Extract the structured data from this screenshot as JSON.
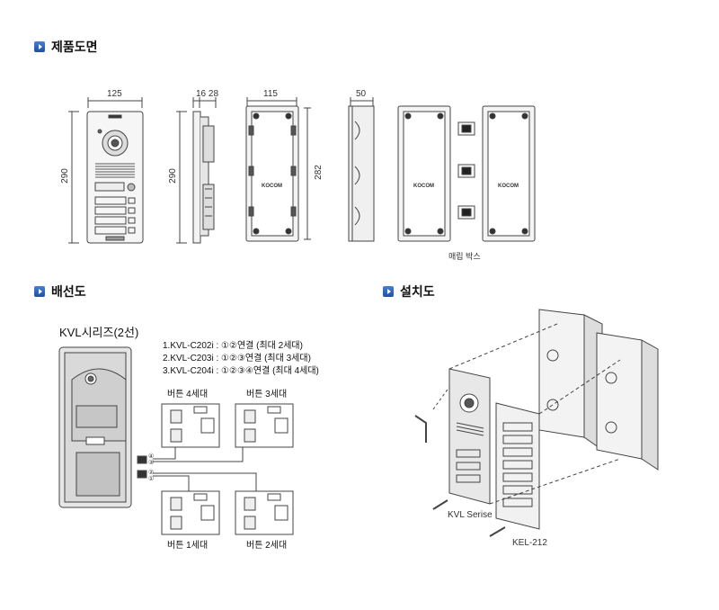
{
  "sections": {
    "product_drawing": "제품도면",
    "wiring": "배선도",
    "installation": "설치도"
  },
  "dimensions": {
    "front_width": "125",
    "front_height": "290",
    "side_widths": "16 28",
    "side_height": "290",
    "box_width": "115",
    "box_height": "282",
    "box_depth": "50"
  },
  "brand": {
    "box_logo": "KOCOM",
    "box_sub": "KOCOM"
  },
  "box_caption": "매립 박스",
  "wiring": {
    "series_title": "KVL시리즈(2선)",
    "notes": [
      "1.KVL-C202i : ①②연결 (최대 2세대)",
      "2.KVL-C203i : ①②③연결 (최대 3세대)",
      "3.KVL-C204i : ①②③④연결 (최대 4세대)"
    ],
    "button_labels": {
      "b4": "버튼 4세대",
      "b3": "버튼 3세대",
      "b1": "버튼 1세대",
      "b2": "버튼 2세대"
    },
    "terminals": [
      "④",
      "③",
      "②",
      "①"
    ]
  },
  "installation": {
    "kvl_label": "KVL Serise",
    "kel_label": "KEL-212"
  },
  "colors": {
    "bullet": "#2f62b8",
    "line": "#444444",
    "fill": "#e9e9e9"
  }
}
